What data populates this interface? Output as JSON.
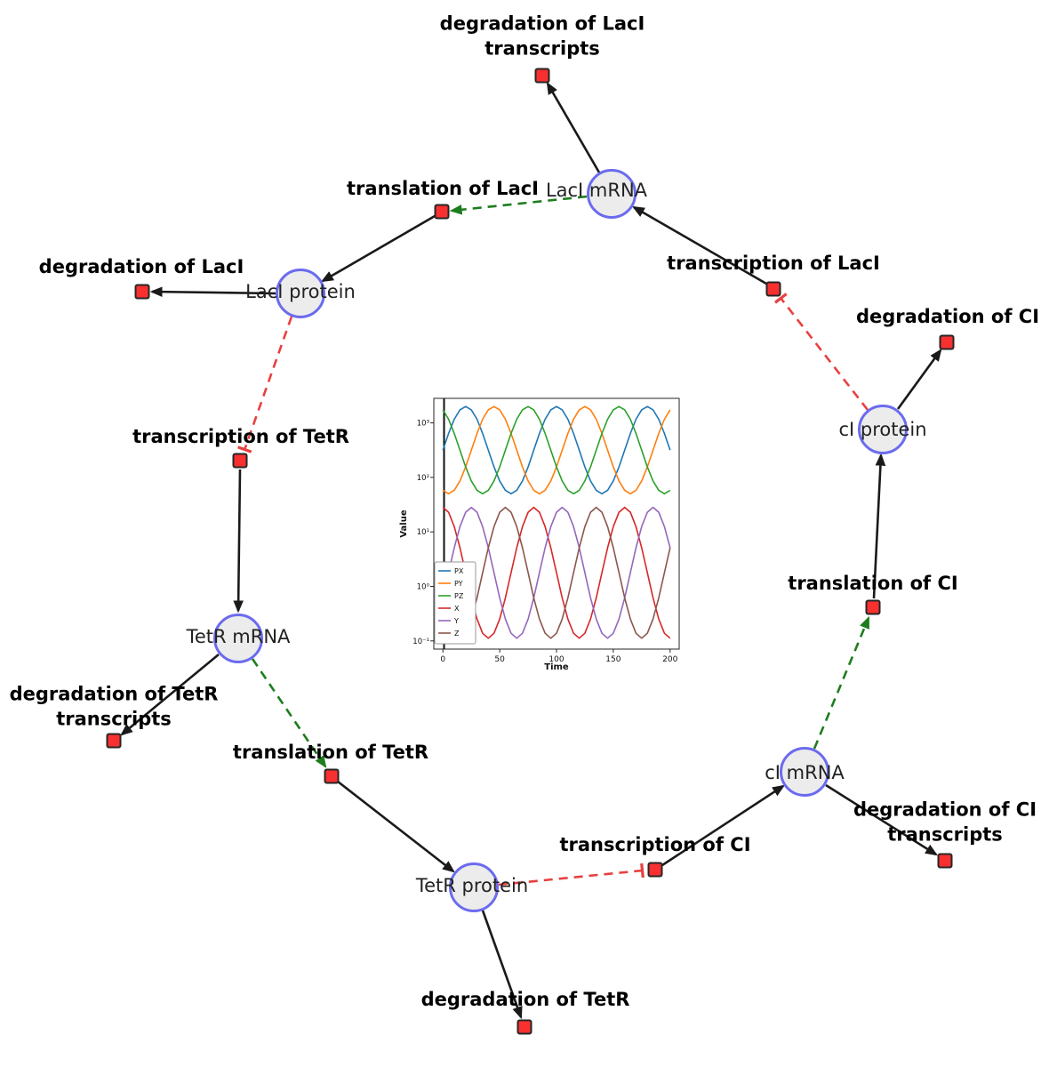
{
  "diagram": {
    "species": [
      {
        "label": "LacI mRNA"
      },
      {
        "label": "LacI protein"
      },
      {
        "label": "TetR mRNA"
      },
      {
        "label": "TetR protein"
      },
      {
        "label": "cI mRNA"
      },
      {
        "label": "cI protein"
      }
    ],
    "reactions": [
      {
        "label": "degradation of LacI transcripts"
      },
      {
        "label": "translation of LacI"
      },
      {
        "label": "degradation of LacI"
      },
      {
        "label": "transcription of LacI"
      },
      {
        "label": "degradation of CI"
      },
      {
        "label": "transcription of TetR"
      },
      {
        "label": "translation of CI"
      },
      {
        "label": "degradation of TetR transcripts"
      },
      {
        "label": "translation of TetR"
      },
      {
        "label": "transcription of CI"
      },
      {
        "label": "degradation of CI transcripts"
      },
      {
        "label": "degradation of TetR"
      }
    ],
    "edges": [
      {
        "from": "LacI mRNA",
        "to": "degradation of LacI transcripts",
        "type": "consumption"
      },
      {
        "from": "transcription of LacI",
        "to": "LacI mRNA",
        "type": "production"
      },
      {
        "from": "LacI mRNA",
        "to": "translation of LacI",
        "type": "modifier"
      },
      {
        "from": "translation of LacI",
        "to": "LacI protein",
        "type": "production"
      },
      {
        "from": "LacI protein",
        "to": "degradation of LacI",
        "type": "consumption"
      },
      {
        "from": "LacI protein",
        "to": "transcription of TetR",
        "type": "inhibition"
      },
      {
        "from": "transcription of TetR",
        "to": "TetR mRNA",
        "type": "production"
      },
      {
        "from": "TetR mRNA",
        "to": "degradation of TetR transcripts",
        "type": "consumption"
      },
      {
        "from": "TetR mRNA",
        "to": "translation of TetR",
        "type": "modifier"
      },
      {
        "from": "translation of TetR",
        "to": "TetR protein",
        "type": "production"
      },
      {
        "from": "TetR protein",
        "to": "degradation of TetR",
        "type": "consumption"
      },
      {
        "from": "TetR protein",
        "to": "transcription of CI",
        "type": "inhibition"
      },
      {
        "from": "transcription of CI",
        "to": "cI mRNA",
        "type": "production"
      },
      {
        "from": "cI mRNA",
        "to": "degradation of CI transcripts",
        "type": "consumption"
      },
      {
        "from": "cI mRNA",
        "to": "translation of CI",
        "type": "modifier"
      },
      {
        "from": "translation of CI",
        "to": "cI protein",
        "type": "production"
      },
      {
        "from": "cI protein",
        "to": "degradation of CI",
        "type": "consumption"
      },
      {
        "from": "cI protein",
        "to": "transcription of LacI",
        "type": "inhibition"
      }
    ],
    "colors": {
      "species_fill": "#ececec",
      "species_border": "#6b6bef",
      "reaction_fill": "#f83030",
      "reaction_border": "#262626",
      "production_edge": "#1a1a1a",
      "modifier_edge": "#1e7d1e",
      "inhibition_edge": "#e84040"
    }
  },
  "chart_data": {
    "type": "line",
    "title": "",
    "xlabel": "Time",
    "ylabel": "Value",
    "y_scale": "log",
    "x_ticks": [
      0,
      50,
      100,
      150,
      200
    ],
    "y_ticks": [
      "10⁻¹",
      "10⁰",
      "10¹",
      "10²",
      "10³"
    ],
    "y_tick_values": [
      0.1,
      1,
      10,
      100,
      1000
    ],
    "xlim": [
      -8,
      208
    ],
    "ylim_log10": [
      -1.15,
      3.45
    ],
    "legend_position": "lower-left",
    "annotations": [
      {
        "type": "vline",
        "x": 1
      }
    ],
    "x": [
      0,
      5,
      10,
      15,
      20,
      25,
      30,
      35,
      40,
      45,
      50,
      55,
      60,
      65,
      70,
      75,
      80,
      85,
      90,
      95,
      100,
      105,
      110,
      115,
      120,
      125,
      130,
      135,
      140,
      145,
      150,
      155,
      160,
      165,
      170,
      175,
      180,
      185,
      190,
      195,
      200
    ],
    "series": [
      {
        "name": "PX",
        "color": "#1f77b4",
        "values": [
          316,
          640,
          1164,
          1734,
          1995,
          1734,
          1164,
          640,
          316,
          156,
          86,
          58,
          50,
          58,
          86,
          156,
          316,
          640,
          1164,
          1734,
          1995,
          1734,
          1164,
          640,
          316,
          156,
          86,
          58,
          50,
          58,
          86,
          156,
          316,
          640,
          1164,
          1734,
          1995,
          1734,
          1164,
          640,
          316
        ]
      },
      {
        "name": "PY",
        "color": "#ff7f0e",
        "values": [
          58,
          50,
          58,
          86,
          156,
          316,
          640,
          1164,
          1734,
          1995,
          1734,
          1164,
          640,
          316,
          156,
          86,
          58,
          50,
          58,
          86,
          156,
          316,
          640,
          1164,
          1734,
          1995,
          1734,
          1164,
          640,
          316,
          156,
          86,
          58,
          50,
          58,
          86,
          156,
          316,
          640,
          1164,
          1734
        ]
      },
      {
        "name": "PZ",
        "color": "#2ca02c",
        "values": [
          1734,
          1164,
          640,
          316,
          156,
          86,
          58,
          50,
          58,
          86,
          156,
          316,
          640,
          1164,
          1734,
          1995,
          1734,
          1164,
          640,
          316,
          156,
          86,
          58,
          50,
          58,
          86,
          156,
          316,
          640,
          1164,
          1734,
          1995,
          1734,
          1164,
          640,
          316,
          156,
          86,
          58,
          50,
          58
        ]
      },
      {
        "name": "X",
        "color": "#d62728",
        "values": [
          28.2,
          22.9,
          12.5,
          5.12,
          1.78,
          0.617,
          0.252,
          0.138,
          0.112,
          0.138,
          0.252,
          0.617,
          1.78,
          5.12,
          12.5,
          22.9,
          28.2,
          22.9,
          12.5,
          5.12,
          1.78,
          0.617,
          0.252,
          0.138,
          0.112,
          0.138,
          0.252,
          0.617,
          1.78,
          5.12,
          12.5,
          22.9,
          28.2,
          22.9,
          12.5,
          5.12,
          1.78,
          0.617,
          0.252,
          0.138,
          0.112
        ]
      },
      {
        "name": "Y",
        "color": "#9467bd",
        "values": [
          0.617,
          1.78,
          5.12,
          12.5,
          22.9,
          28.2,
          22.9,
          12.5,
          5.12,
          1.78,
          0.617,
          0.252,
          0.138,
          0.112,
          0.138,
          0.252,
          0.617,
          1.78,
          5.12,
          12.5,
          22.9,
          28.2,
          22.9,
          12.5,
          5.12,
          1.78,
          0.617,
          0.252,
          0.138,
          0.112,
          0.138,
          0.252,
          0.617,
          1.78,
          5.12,
          12.5,
          22.9,
          28.2,
          22.9,
          12.5,
          5.12
        ]
      },
      {
        "name": "Z",
        "color": "#8c564b",
        "values": [
          0.617,
          0.252,
          0.138,
          0.112,
          0.138,
          0.252,
          0.617,
          1.78,
          5.12,
          12.5,
          22.9,
          28.2,
          22.9,
          12.5,
          5.12,
          1.78,
          0.617,
          0.252,
          0.138,
          0.112,
          0.138,
          0.252,
          0.617,
          1.78,
          5.12,
          12.5,
          22.9,
          28.2,
          22.9,
          12.5,
          5.12,
          1.78,
          0.617,
          0.252,
          0.138,
          0.112,
          0.138,
          0.252,
          0.617,
          1.78,
          5.12
        ]
      }
    ]
  }
}
